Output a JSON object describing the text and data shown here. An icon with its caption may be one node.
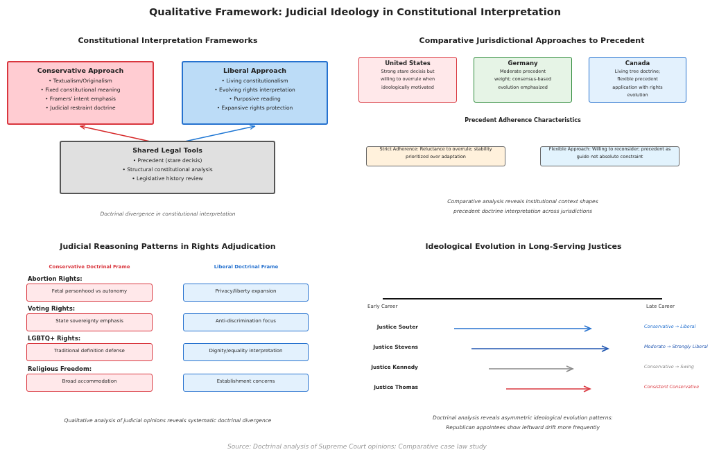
{
  "diagram": {
    "title": "Qualitative Framework: Judicial Ideology in Constitutional Interpretation",
    "caption": "Source: Doctrinal analysis of Supreme Court opinions; Comparative case law study",
    "nodes": [
      {
        "text": [
          "Conservative Approach",
          "• Textualism/Originalism",
          "• Fixed constitutional meaning",
          "• Framers' intent emphasis",
          "• Judicial restraint doctrine"
        ]
      },
      {
        "text": [
          "Liberal Approach",
          "• Living constitutionalism",
          "• Evolving rights interpretation",
          "• Purposive reading",
          "• Expansive rights protection"
        ]
      },
      {
        "text": [
          "Shared Legal Tools",
          "• Precedent (stare decisis)",
          "• Structural constitutional analysis",
          "• Legislative history review"
        ]
      },
      {
        "text": [
          "United States",
          "Strong stare decisis but willing to overrule when ideologically motivated"
        ]
      },
      {
        "text": [
          "Germany",
          "Moderate precedent weight; consensus-based evolution emphasized"
        ]
      },
      {
        "text": [
          "Canada",
          "Living tree doctrine; flexible precedent application with rights evolution"
        ]
      },
      {
        "text": [
          "Strict Adherence: Reluctance to overrule; stability prioritized over adaptation"
        ]
      },
      {
        "text": [
          "Flexible Approach: Willing to reconsider; precedent as guide not absolute constraint"
        ]
      },
      {
        "text": [
          "Abortion Rights:",
          "Fetal personhood vs autonomy"
        ]
      },
      {
        "text": [
          "Privacy/liberty expansion"
        ]
      },
      {
        "text": [
          "Voting Rights:",
          "State sovereignty emphasis"
        ]
      },
      {
        "text": [
          "Anti-discrimination focus"
        ]
      },
      {
        "text": [
          "LGBTQ+ Rights:",
          "Traditional definition defense"
        ]
      },
      {
        "text": [
          "Dignity/equality interpretation"
        ]
      },
      {
        "text": [
          "Religious Freedom:",
          "Broad accommodation"
        ]
      },
      {
        "text": [
          "Establishment concerns"
        ]
      }
    ],
    "edges": [
      {
        "from": 2,
        "to": 0,
        "arrow": "to",
        "color": "#d62728"
      },
      {
        "from": 2,
        "to": 1,
        "arrow": "to",
        "color": "#1f77d4"
      }
    ],
    "labels": [
      "Constitutional Interpretation Frameworks",
      "Comparative Jurisdictional Approaches to Precedent",
      "Precedent Adherence Characteristics",
      "Doctrinal divergence in constitutional interpretation",
      "Comparative analysis reveals institutional context shapes precedent doctrine interpretation across jurisdictions",
      "Judicial Reasoning Patterns in Rights Adjudication",
      "Ideological Evolution in Long-Serving Justices",
      "Conservative Doctrinal Frame",
      "Liberal Doctrinal Frame",
      "Early Career",
      "Late Career",
      "Justice Souter",
      "Conservative → Liberal",
      "Justice Stevens",
      "Moderate → Strongly Liberal",
      "Justice Kennedy",
      "Conservative → Swing",
      "Justice Thomas",
      "Consistent Conservative",
      "Qualitative analysis of judicial opinions reveals systematic doctrinal divergence",
      "Doctrinal analysis reveals asymmetric ideological evolution patterns: Republican appointees show leftward drift more frequently"
    ]
  }
}
